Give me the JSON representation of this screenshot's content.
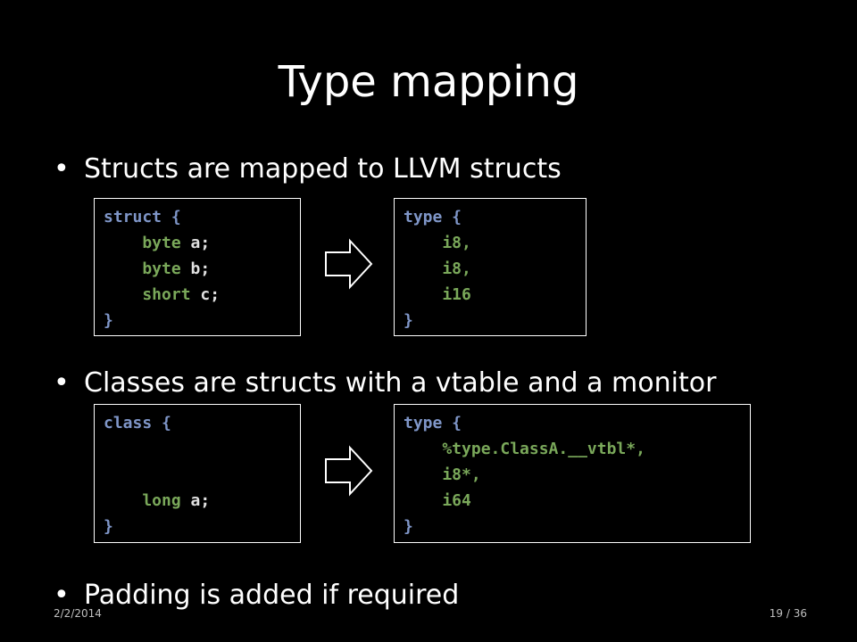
{
  "title": "Type mapping",
  "bullets": [
    "Structs are mapped to LLVM structs",
    "Classes are structs with a vtable and a monitor",
    "Padding is added if required"
  ],
  "bullet_char": "•",
  "code1_left": [
    [
      {
        "t": "struct {",
        "c": "kw"
      }
    ],
    [
      {
        "t": "    byte ",
        "c": "ty"
      },
      {
        "t": "a;",
        "c": "id"
      }
    ],
    [
      {
        "t": "    byte ",
        "c": "ty"
      },
      {
        "t": "b;",
        "c": "id"
      }
    ],
    [
      {
        "t": "    short ",
        "c": "ty"
      },
      {
        "t": "c;",
        "c": "id"
      }
    ],
    [
      {
        "t": "}",
        "c": "kw"
      }
    ]
  ],
  "code1_right": [
    [
      {
        "t": "type {",
        "c": "kw"
      }
    ],
    [
      {
        "t": "    i8,",
        "c": "ty"
      }
    ],
    [
      {
        "t": "    i8,",
        "c": "ty"
      }
    ],
    [
      {
        "t": "    i16",
        "c": "ty"
      }
    ],
    [
      {
        "t": "}",
        "c": "kw"
      }
    ]
  ],
  "code2_left": [
    [
      {
        "t": "class {",
        "c": "kw"
      }
    ],
    [
      {
        "t": "",
        "c": "id"
      }
    ],
    [
      {
        "t": "",
        "c": "id"
      }
    ],
    [
      {
        "t": "    long ",
        "c": "ty"
      },
      {
        "t": "a;",
        "c": "id"
      }
    ],
    [
      {
        "t": "}",
        "c": "kw"
      }
    ]
  ],
  "code2_right": [
    [
      {
        "t": "type {",
        "c": "kw"
      }
    ],
    [
      {
        "t": "    %type.ClassA.__vtbl*,",
        "c": "ty"
      }
    ],
    [
      {
        "t": "    i8*,",
        "c": "ty"
      }
    ],
    [
      {
        "t": "    i64",
        "c": "ty"
      }
    ],
    [
      {
        "t": "}",
        "c": "kw"
      }
    ]
  ],
  "footer": {
    "date": "2/2/2014",
    "page": "19 / 36"
  },
  "icons": {
    "arrow": "right-arrow-icon"
  }
}
